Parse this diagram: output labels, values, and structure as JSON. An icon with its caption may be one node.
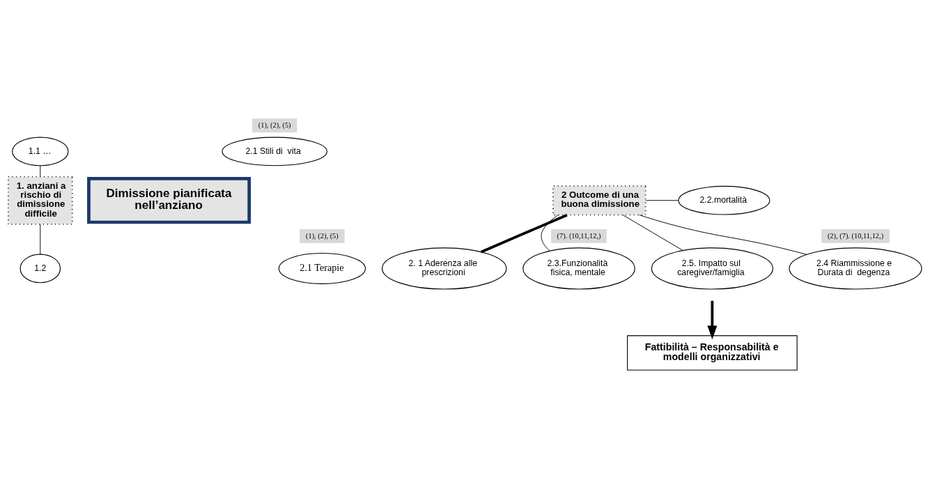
{
  "diagram": {
    "nodes": [
      {
        "text": [
          "1.1 …"
        ]
      },
      {
        "text": [
          "1. anziani a rischio di dimissione difficile"
        ]
      },
      {
        "text": [
          "1.2"
        ]
      },
      {
        "text": [
          "Dimissione pianificata nell’anziano"
        ]
      },
      {
        "text": [
          "2.1 Stili di  vita"
        ],
        "beside": [
          "(1), (2), (5)"
        ]
      },
      {
        "text": [
          "2. 1 Aderenza alle prescrizioni"
        ]
      },
      {
        "text": [
          "2.1 Terapie"
        ],
        "beside": [
          "(1), (2), (5)"
        ]
      },
      {
        "text": [
          "2 Outcome di una buona dimissione"
        ]
      },
      {
        "text": [
          "2.2.mortalità"
        ]
      },
      {
        "text": [
          "2.3.Funzionalità fisica, mentale"
        ],
        "beside": [
          "(7). (10,11,12,)"
        ]
      },
      {
        "text": [
          "2.5. Impatto sul caregiver/famiglia"
        ]
      },
      {
        "text": [
          "2.4 Riammissione e Durata di  degenza"
        ],
        "beside": [
          "(2), (7). (10,11,12,)"
        ]
      },
      {
        "text": [
          "Fattibilità – Responsabilità e modelli organizzativi"
        ]
      }
    ],
    "edges": [
      {
        "from": 0,
        "to": 1,
        "arrow": "none"
      },
      {
        "from": 1,
        "to": 2,
        "arrow": "none"
      },
      {
        "from": 7,
        "to": 5,
        "arrow": "none",
        "style": "thick"
      },
      {
        "from": 7,
        "to": 8,
        "arrow": "none"
      },
      {
        "from": 7,
        "to": 9,
        "arrow": "none"
      },
      {
        "from": 7,
        "to": 11,
        "arrow": "none"
      },
      {
        "from": 7,
        "to": 10,
        "arrow": "none"
      },
      {
        "from": null,
        "to": 12,
        "arrow": "to",
        "style": "thick"
      }
    ]
  }
}
